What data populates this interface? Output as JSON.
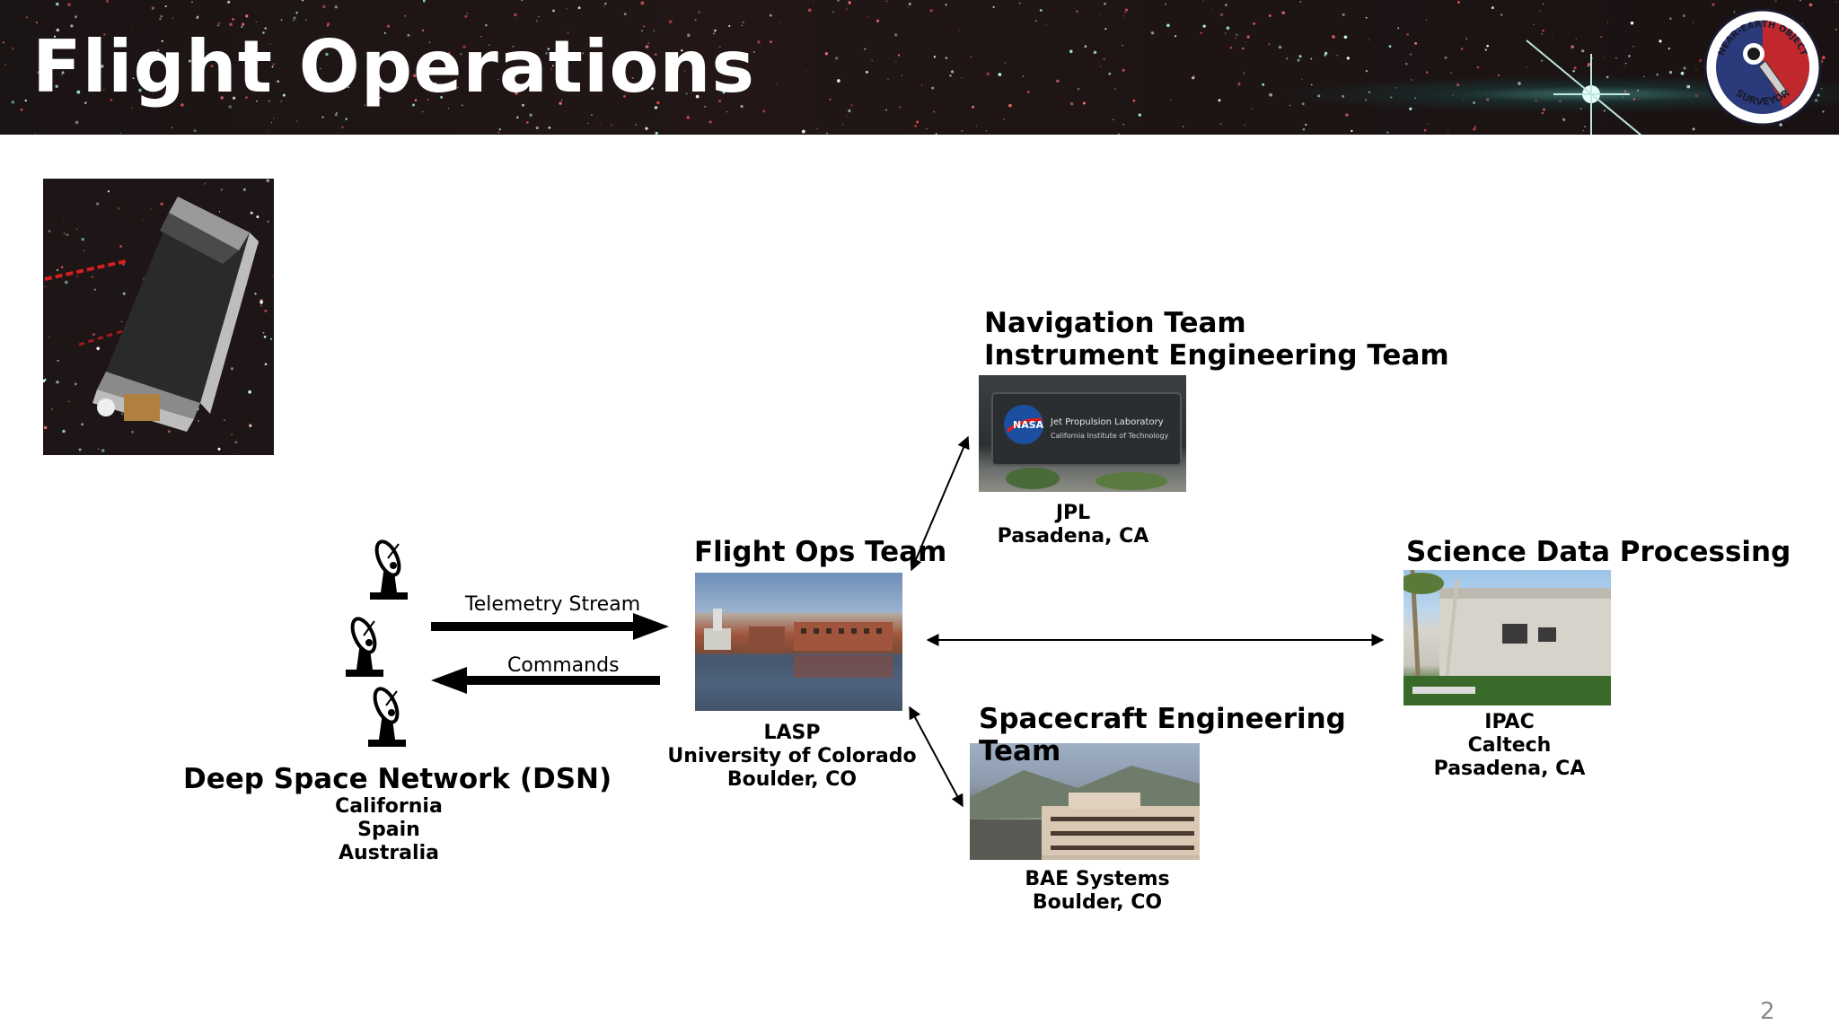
{
  "slide": {
    "title": "Flight Operations",
    "page_number": "2"
  },
  "logo": {
    "top_text": "NEAR-EARTH OBJECT",
    "bottom_text": "SURVEYOR"
  },
  "dsn": {
    "title": "Deep Space Network (DSN)",
    "sites": [
      "California",
      "Spain",
      "Australia"
    ]
  },
  "links": {
    "telemetry": "Telemetry Stream",
    "commands": "Commands"
  },
  "flight_ops": {
    "title": "Flight Ops Team",
    "org": "LASP",
    "university": "University of Colorado",
    "location": "Boulder, CO"
  },
  "navigation": {
    "title_line1": "Navigation Team",
    "title_line2": "Instrument Engineering Team",
    "org": "JPL",
    "location": "Pasadena, CA",
    "sign_line1": "Jet Propulsion Laboratory",
    "sign_line2": "California Institute of Technology"
  },
  "science": {
    "title": "Science Data Processing",
    "org": "IPAC",
    "institution": "Caltech",
    "location": "Pasadena, CA"
  },
  "spacecraft": {
    "title_line1": "Spacecraft Engineering",
    "title_line2": "Team",
    "org": "BAE Systems",
    "location": "Boulder, CO"
  },
  "icons": [
    "dish-antenna-icon",
    "spacecraft-image",
    "nasa-logo"
  ]
}
